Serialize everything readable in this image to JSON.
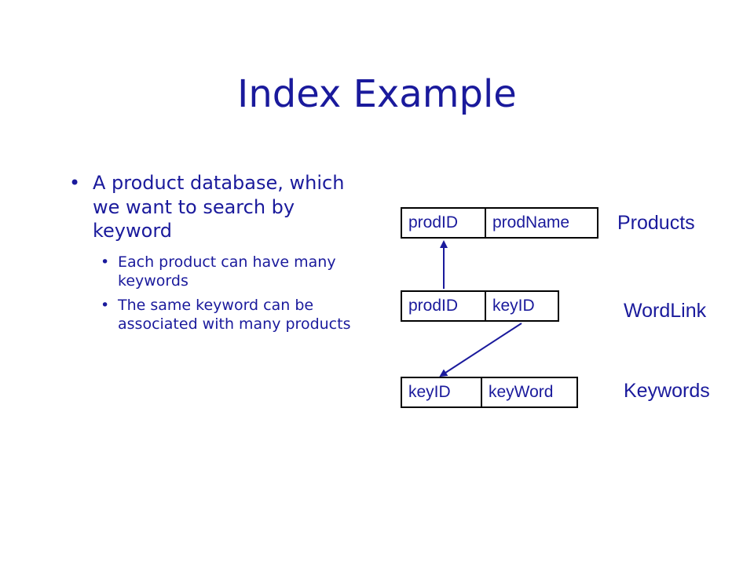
{
  "title": "Index Example",
  "bullets": {
    "main": "A product database, which we want to search by keyword",
    "subs": [
      "Each product can have many keywords",
      "The same keyword can be associated with many products"
    ],
    "bullet_char": "•"
  },
  "tables": {
    "products": {
      "label": "Products",
      "columns": [
        "prodID",
        "prodName"
      ]
    },
    "wordlink": {
      "label": "WordLink",
      "columns": [
        "prodID",
        "keyID"
      ]
    },
    "keywords": {
      "label": "Keywords",
      "columns": [
        "keyID",
        "keyWord"
      ]
    }
  },
  "colors": {
    "text": "#1a1a9c",
    "border": "#000000",
    "arrow": "#1a1a9c"
  }
}
